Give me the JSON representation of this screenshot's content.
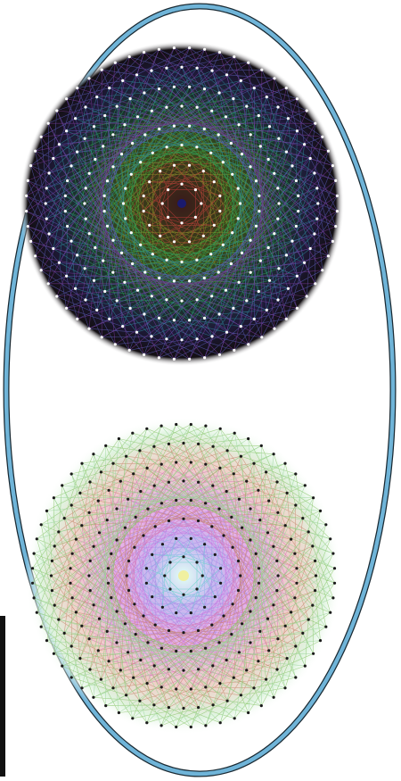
{
  "colors": {
    "frame_stroke": "#6fb4d8",
    "frame_outline": "#1a2a33",
    "dark_bg": "#120e12",
    "light_bg": "#ffffff",
    "side_bar": "#111111"
  },
  "top_figure": {
    "theme": "dark",
    "ring_counts": [
      8,
      16,
      24,
      32,
      40,
      48,
      56,
      64
    ],
    "ring_colors": [
      "#c23a3a",
      "#b64a3a",
      "#8a8a2a",
      "#4aa23a",
      "#2ea25a",
      "#2e8a9a",
      "#5a5ab6",
      "#7a3a9a"
    ],
    "center_color": "#1a1a6e",
    "node_color": "#ffffff"
  },
  "bottom_figure": {
    "theme": "light",
    "ring_counts": [
      8,
      16,
      24,
      32,
      40,
      48,
      56,
      64
    ],
    "ring_colors": [
      "#5ad6c6",
      "#8ab6e6",
      "#a68ae6",
      "#c67ae0",
      "#d67ab6",
      "#c6866a",
      "#8ac66a",
      "#9ad69a"
    ],
    "center_color": "#f0f0a0",
    "node_color": "#1a1a1a"
  }
}
